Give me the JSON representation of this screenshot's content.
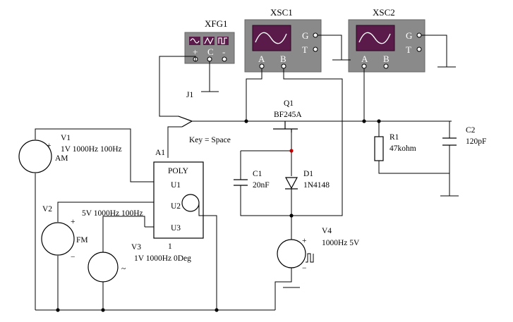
{
  "instruments": {
    "xfg1": {
      "name": "XFG1",
      "term_plus": "+",
      "term_com": "C",
      "term_minus": "-"
    },
    "xsc1": {
      "name": "XSC1",
      "term_a": "A",
      "term_b": "B",
      "term_g": "G",
      "term_t": "T"
    },
    "xsc2": {
      "name": "XSC2",
      "term_a": "A",
      "term_b": "B",
      "term_g": "G",
      "term_t": "T"
    }
  },
  "components": {
    "j1": {
      "name": "J1",
      "key": "Key = Space"
    },
    "q1": {
      "name": "Q1",
      "model": "BF245A"
    },
    "r1": {
      "name": "R1",
      "value": "47kohm"
    },
    "c2": {
      "name": "C2",
      "value": "120pF"
    },
    "c1": {
      "name": "C1",
      "value": "20nF"
    },
    "d1": {
      "name": "D1",
      "model": "1N4148"
    },
    "v1": {
      "name": "V1",
      "params": "1V 1000Hz 100Hz",
      "mode": "AM",
      "sign": "+"
    },
    "v2": {
      "name": "V2",
      "params": "5V 1000Hz 100Hz",
      "mode": "FM",
      "sign_plus": "+",
      "sign_minus": "−"
    },
    "v3": {
      "name": "V3",
      "params": "1V 1000Hz 0Deg",
      "symbol": "~"
    },
    "v4": {
      "name": "V4",
      "params": "1000Hz 5V",
      "sign_plus": "+",
      "sign_minus": "−"
    },
    "a1": {
      "name": "A1",
      "title": "POLY",
      "gain": "1",
      "in1": "U1",
      "in2": "U2",
      "in3": "U3"
    }
  }
}
